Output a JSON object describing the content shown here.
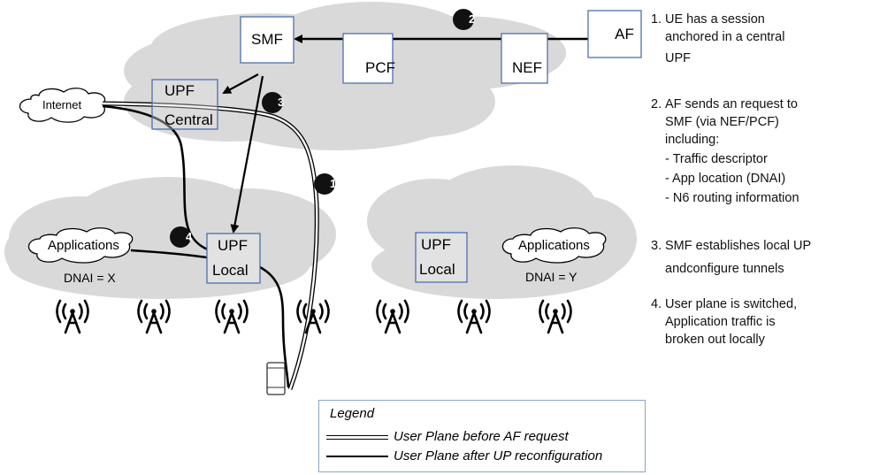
{
  "nodes": {
    "smf": "SMF",
    "pcf": "PCF",
    "nef": "NEF",
    "af": "AF",
    "upf_central": [
      "UPF",
      "Central"
    ],
    "upf_local_x": [
      "UPF",
      "Local"
    ],
    "upf_local_y": [
      "UPF",
      "Local"
    ],
    "internet": "Internet",
    "apps_x": "Applications",
    "apps_y": "Applications",
    "dnai_x": "DNAI = X",
    "dnai_y": "DNAI = Y"
  },
  "markers": [
    "1",
    "2",
    "3",
    "4"
  ],
  "steps": [
    {
      "num": "1.",
      "lines": [
        "UE has a session",
        "anchored in a central",
        "UPF"
      ]
    },
    {
      "num": "2.",
      "lines": [
        "AF sends an request to",
        "SMF (via NEF/PCF)",
        "including:"
      ],
      "subs": [
        "- Traffic descriptor",
        "- App location (DNAI)",
        "- N6 routing information"
      ]
    },
    {
      "num": "3.",
      "lines": [
        "SMF establishes local UP",
        "andconfigure tunnels"
      ]
    },
    {
      "num": "4.",
      "lines": [
        "User plane is switched,",
        "Application traffic is",
        "broken out locally"
      ]
    }
  ],
  "legend": {
    "title": "Legend",
    "before": "User Plane before AF request",
    "after": "User Plane after UP reconfiguration"
  },
  "icons": {
    "tower": "antenna-tower-icon",
    "ue": "smartphone-icon"
  },
  "colors": {
    "cloud": "#d9d9d9",
    "box_border": "#4f6fae",
    "box_fill": "#e2e2e2"
  }
}
